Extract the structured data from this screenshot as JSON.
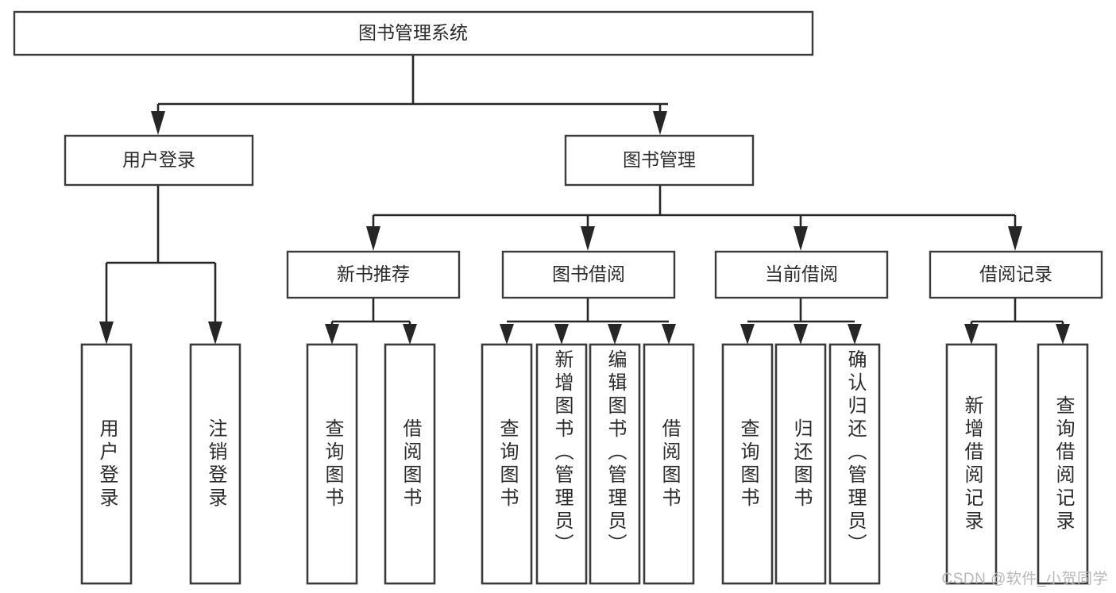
{
  "diagram": {
    "title": "图书管理系统",
    "type": "tree-hierarchy-diagram",
    "colors": {
      "box_stroke": "#3b3b3b",
      "link_stroke": "#262626",
      "box_fill": "#ffffff",
      "text": "#2b2b2b",
      "watermark": "#b9b9b9"
    },
    "root": {
      "label": "图书管理系统"
    },
    "level2": [
      {
        "id": "user-login",
        "label": "用户登录"
      },
      {
        "id": "book-manage",
        "label": "图书管理"
      }
    ],
    "level3": [
      {
        "id": "new-book-recommend",
        "label": "新书推荐",
        "parent": "book-manage"
      },
      {
        "id": "book-borrow",
        "label": "图书借阅",
        "parent": "book-manage"
      },
      {
        "id": "current-borrow",
        "label": "当前借阅",
        "parent": "book-manage"
      },
      {
        "id": "borrow-record",
        "label": "借阅记录",
        "parent": "book-manage"
      }
    ],
    "leaves": [
      {
        "id": "leaf-user-login",
        "label": "用户登录",
        "parent": "user-login"
      },
      {
        "id": "leaf-user-logout",
        "label": "注销登录",
        "parent": "user-login"
      },
      {
        "id": "leaf-query-book-1",
        "label": "查询图书",
        "parent": "new-book-recommend"
      },
      {
        "id": "leaf-borrow-book-1",
        "label": "借阅图书",
        "parent": "new-book-recommend"
      },
      {
        "id": "leaf-query-book-2",
        "label": "查询图书",
        "parent": "book-borrow"
      },
      {
        "id": "leaf-add-book",
        "label": "新增图书（管理员）",
        "parent": "book-borrow"
      },
      {
        "id": "leaf-edit-book",
        "label": "编辑图书（管理员）",
        "parent": "book-borrow"
      },
      {
        "id": "leaf-borrow-book-2",
        "label": "借阅图书",
        "parent": "book-borrow"
      },
      {
        "id": "leaf-query-book-3",
        "label": "查询图书",
        "parent": "current-borrow"
      },
      {
        "id": "leaf-return-book",
        "label": "归还图书",
        "parent": "current-borrow"
      },
      {
        "id": "leaf-confirm-return",
        "label": "确认归还（管理员）",
        "parent": "current-borrow"
      },
      {
        "id": "leaf-add-record",
        "label": "新增借阅记录",
        "parent": "borrow-record"
      },
      {
        "id": "leaf-query-record",
        "label": "查询借阅记录",
        "parent": "borrow-record"
      }
    ],
    "watermark": "CSDN @软件_小贺同学"
  }
}
